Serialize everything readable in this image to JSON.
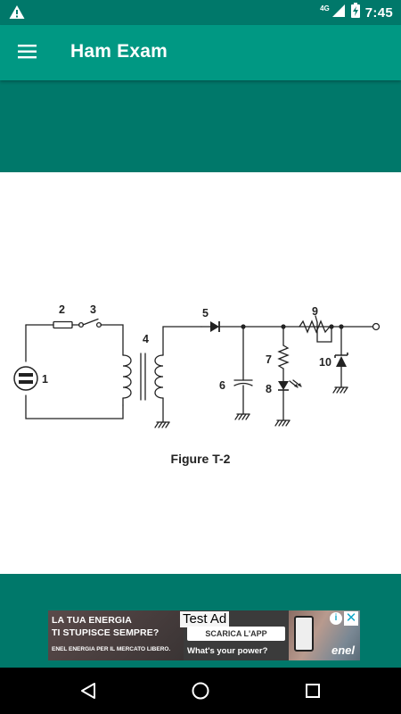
{
  "status_bar": {
    "time": "7:45",
    "network": "4G",
    "icons": [
      "warning-icon",
      "signal-icon",
      "battery-charging-icon"
    ]
  },
  "app_bar": {
    "title": "Ham Exam",
    "menu_icon": "hamburger-menu-icon"
  },
  "figure": {
    "caption": "Figure T-2",
    "labels": [
      "1",
      "2",
      "3",
      "4",
      "5",
      "6",
      "7",
      "8",
      "9",
      "10"
    ]
  },
  "ad": {
    "label": "Test Ad",
    "headline_1": "LA TUA ENERGIA",
    "headline_2": "TI STUPISCE SEMPRE?",
    "subtext": "ENEL ENERGIA PER IL MERCATO LIBERO.",
    "cta": "SCARICA L'APP",
    "tagline": "What's your power?",
    "brand": "enel",
    "info_icon": "i",
    "close_icon": "✕"
  },
  "nav_bar": {
    "icons": [
      "back-icon",
      "home-icon",
      "recents-icon"
    ]
  },
  "colors": {
    "primary": "#009883",
    "primary_dark": "#00786a",
    "nav": "#000000"
  }
}
